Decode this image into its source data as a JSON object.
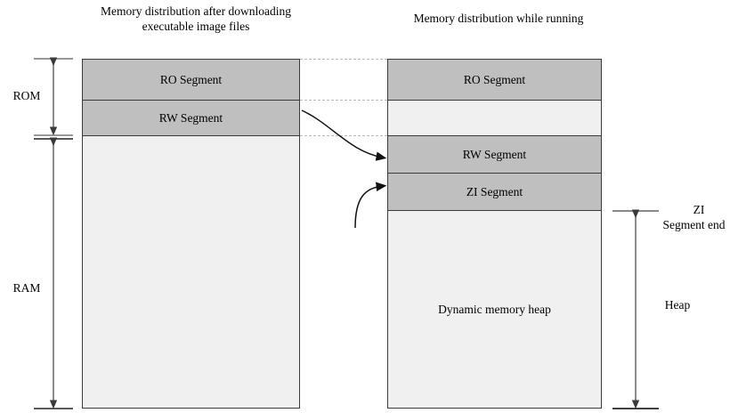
{
  "diagram": {
    "titles": {
      "left": "Memory distribution after downloading executable image files",
      "right": "Memory distribution while running"
    },
    "left_block": {
      "segments": [
        {
          "label": "RO Segment",
          "fill": "filled"
        },
        {
          "label": "RW Segment",
          "fill": "filled"
        },
        {
          "label": "",
          "fill": "empty"
        }
      ]
    },
    "right_block": {
      "segments": [
        {
          "label": "RO Segment",
          "fill": "filled"
        },
        {
          "label": "",
          "fill": "empty"
        },
        {
          "label": "RW Segment",
          "fill": "filled"
        },
        {
          "label": "ZI Segment",
          "fill": "filled"
        },
        {
          "label": "Dynamic memory heap",
          "fill": "empty"
        }
      ]
    },
    "left_axis": {
      "rom_label": "ROM",
      "ram_label": "RAM"
    },
    "right_axis": {
      "zi_end_label_line1": "ZI",
      "zi_end_label_line2": "Segment end",
      "heap_label": "Heap"
    },
    "colors": {
      "segment_fill": "#bfbfbf",
      "empty_fill": "#f0f0f0",
      "border": "#3b3b3b",
      "dotted": "#b8b8b8",
      "arrow": "#595959",
      "curve": "#222222"
    }
  }
}
